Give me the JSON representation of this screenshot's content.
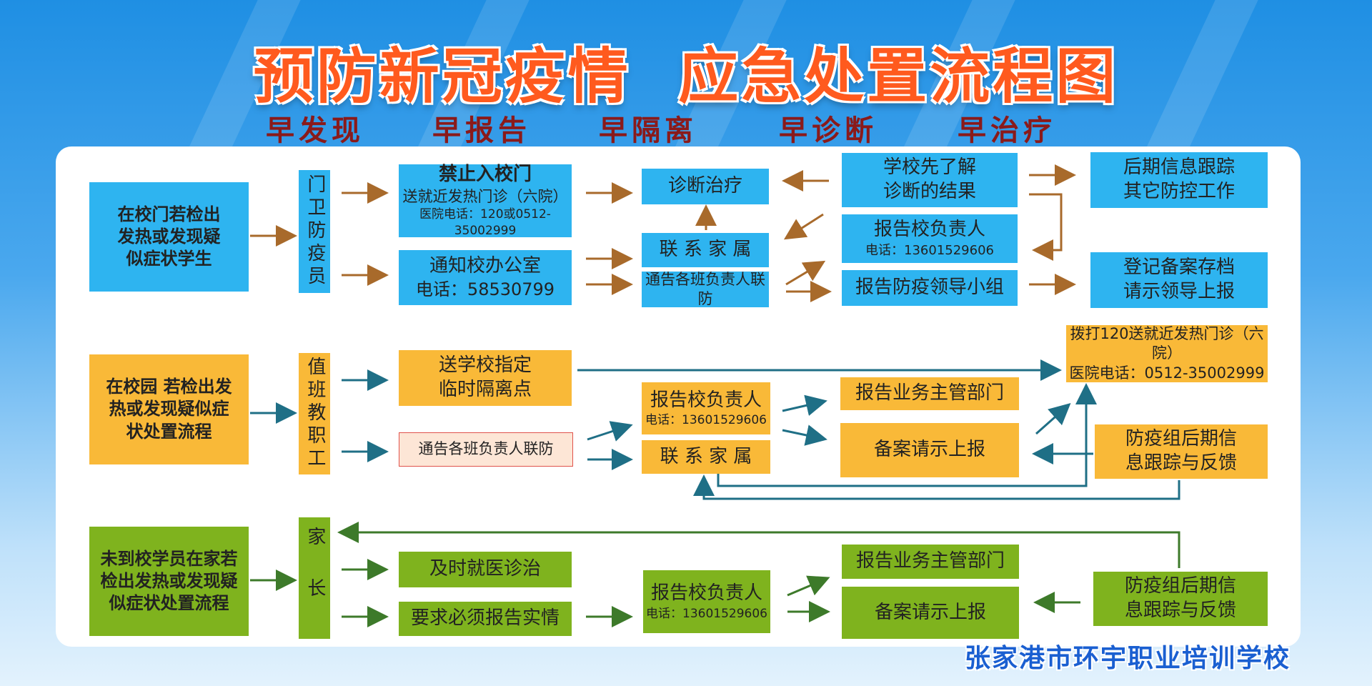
{
  "title": "预防新冠疫情  应急处置流程图",
  "slogans": [
    "早发现",
    "早报告",
    "早隔离",
    "早诊断",
    "早治疗"
  ],
  "school": "张家港市环宇职业培训学校",
  "colors": {
    "blue": "#2eb4f0",
    "yellow": "#f9b938",
    "green": "#7fb31e",
    "arrow_brown": "#a86a2b",
    "arrow_teal": "#1f6f86",
    "arrow_green": "#3d7a2a",
    "title": "#ff5a1e"
  },
  "row1": {
    "start": "在校门若检出发热或发现疑似症状学生",
    "role": "门卫防疫员",
    "block_gate": {
      "title": "禁止入校门",
      "line2": "送就近发热门诊（六院）",
      "line3": "医院电话：120或0512-35002999"
    },
    "notify_office": {
      "line1": "通知校办公室",
      "line2": "电话：58530799"
    },
    "diagnose": "诊断治疗",
    "contact_family": "联 系 家 属",
    "notify_class": "通告各班负责人联防",
    "school_learn": {
      "line1": "学校先了解",
      "line2": "诊断的结果"
    },
    "report_principal": {
      "line1": "报告校负责人",
      "line2": "电话：13601529606"
    },
    "report_group": "报告防疫领导小组",
    "followup": {
      "line1": "后期信息跟踪",
      "line2": "其它防控工作"
    },
    "register": {
      "line1": "登记备案存档",
      "line2": "请示领导上报"
    }
  },
  "row2": {
    "start": "在校园 若检出发热或发现疑似症状处置流程",
    "role": "值班教职工",
    "isolation": {
      "line1": "送学校指定",
      "line2": "临时隔离点"
    },
    "notify_class": "通告各班负责人联防",
    "report_principal": {
      "line1": "报告校负责人",
      "line2": "电话：13601529606"
    },
    "contact_family": "联 系 家 属",
    "report_dept": "报告业务主管部门",
    "filing": "备案请示上报",
    "call120": {
      "line1": "拨打120送就近发热门诊（六院）",
      "line2": "医院电话：0512-35002999"
    },
    "feedback": {
      "line1": "防疫组后期信",
      "line2": "息跟踪与反馈"
    }
  },
  "row3": {
    "start": "未到校学员在家若检出发热或发现疑似症状处置流程",
    "role": "家长",
    "seek_medical": "及时就医诊治",
    "must_report": "要求必须报告实情",
    "report_principal": {
      "line1": "报告校负责人",
      "line2": "电话：13601529606"
    },
    "report_dept": "报告业务主管部门",
    "filing": "备案请示上报",
    "feedback": {
      "line1": "防疫组后期信",
      "line2": "息跟踪与反馈"
    }
  }
}
